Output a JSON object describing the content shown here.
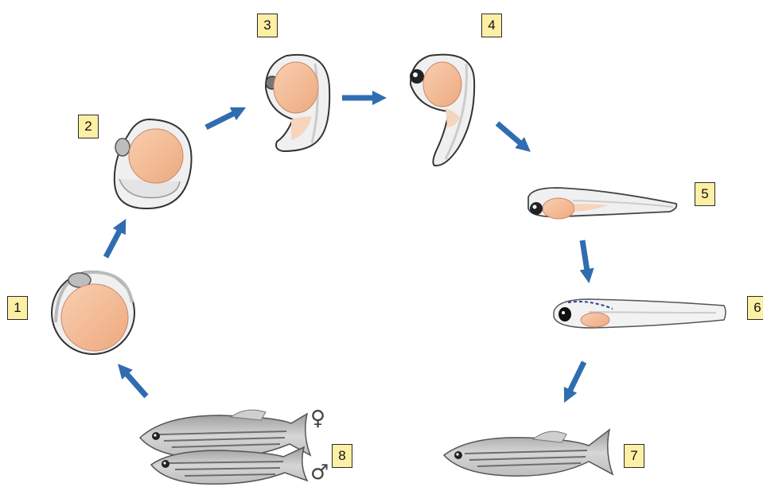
{
  "labels": {
    "s1": "1",
    "s2": "2",
    "s3": "3",
    "s4": "4",
    "s5": "5",
    "s6": "6",
    "s7": "7",
    "s8": "8"
  },
  "symbols": {
    "female": "♀",
    "male": "♂"
  },
  "colors": {
    "yolk": "#f4bd98",
    "arrow": "#2f6db0",
    "label_bg": "#fdf0a4",
    "embryo": "#efefef",
    "fish": "#b8b8b8"
  }
}
